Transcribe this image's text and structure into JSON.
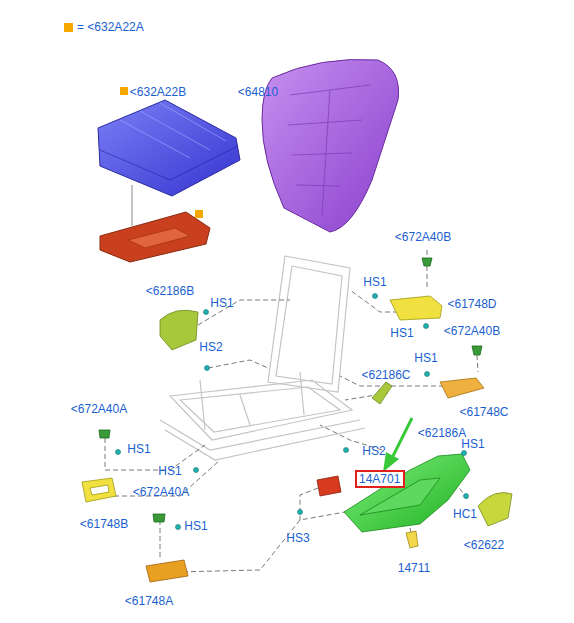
{
  "diagram": {
    "nodes": [
      {
        "text": [
          "14A701"
        ]
      }
    ],
    "labels": [
      "<632A22B",
      "<64810",
      "<672A40B",
      "<62186B",
      "HS1",
      "HS1",
      "<61748D",
      "HS1",
      "<672A40B",
      "HS2",
      "HS1",
      "<62186C",
      "<61748C",
      "<672A40A",
      "HS1",
      "<62186A",
      "HS1",
      "HS2",
      "HS1",
      "<61748B",
      "HC1",
      "HS1",
      "<672A40A",
      "HS3",
      "14711",
      "<62622",
      "<61748A"
    ],
    "legend": [
      {
        "text": "= <632A22A",
        "color": "#f5a800"
      }
    ]
  }
}
